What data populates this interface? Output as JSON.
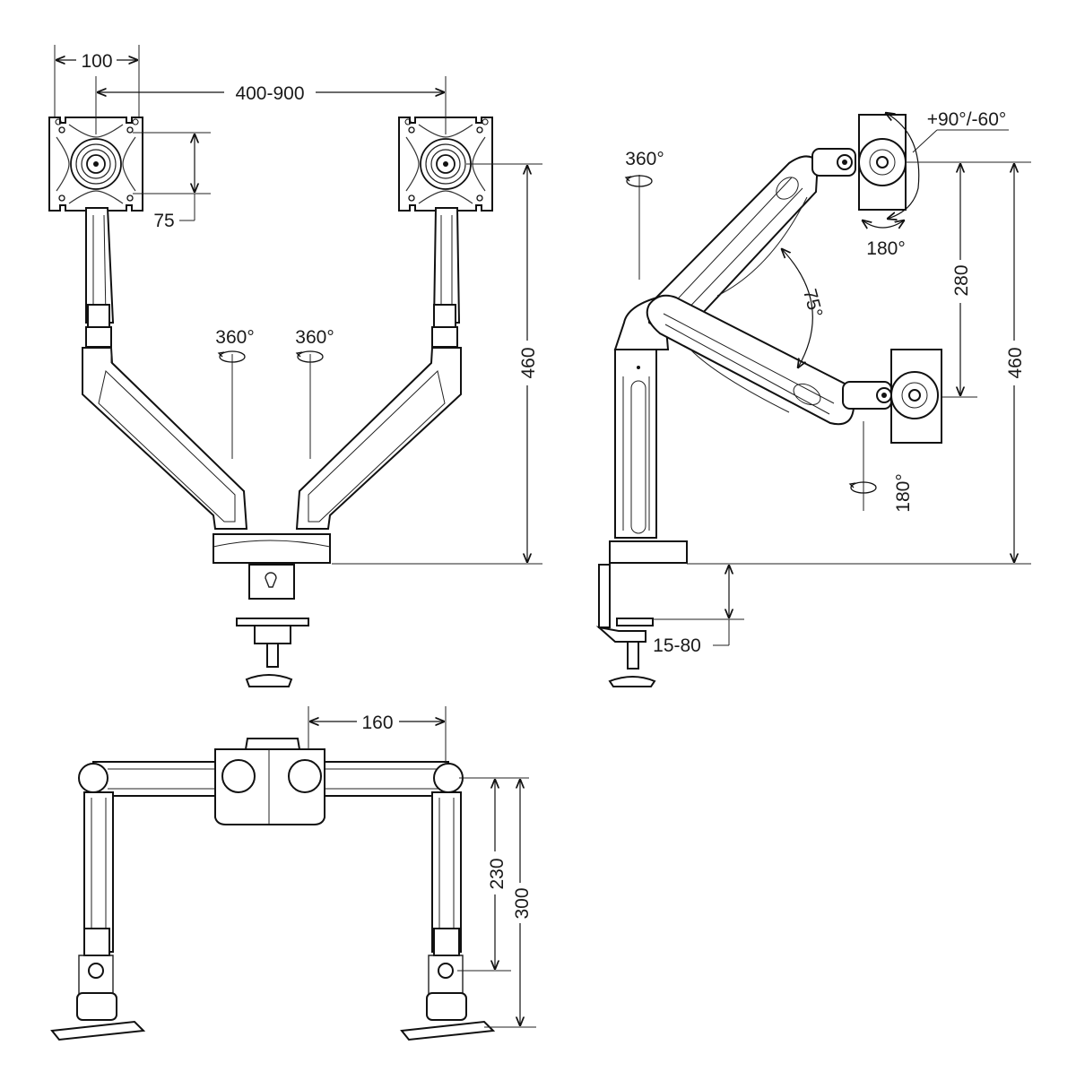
{
  "dimensions": {
    "front_vesa_width": "100",
    "front_span": "400-900",
    "front_vesa_height": "75",
    "front_height": "460",
    "front_rot_left": "360°",
    "front_rot_right": "360°",
    "side_rot_pole": "360°",
    "side_tilt": "+90°/-60°",
    "side_swivel_top": "180°",
    "side_arm_angle": "75°",
    "side_swivel_bottom": "180°",
    "side_vertical_travel": "280",
    "side_height": "460",
    "side_clamp_range": "15-80",
    "top_offset": "160",
    "top_arm_inner": "230",
    "top_arm_outer": "300"
  }
}
